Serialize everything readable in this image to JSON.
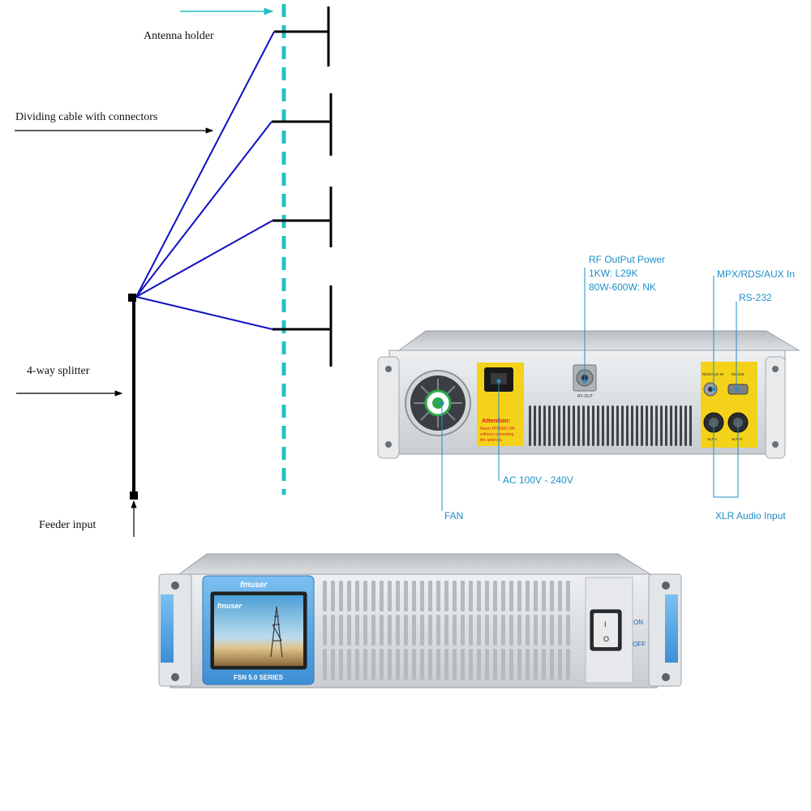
{
  "antenna_diagram": {
    "labels": {
      "antenna_holder": "Antenna holder",
      "dividing_cable": "Dividing cable with connectors",
      "splitter": "4-way splitter",
      "feeder_input": "Feeder input"
    },
    "colors": {
      "mast": "#25c0c4",
      "cable": "#1010c0",
      "element": "#000000"
    }
  },
  "rear_panel": {
    "callouts": {
      "rf_output_title": "RF OutPut Power",
      "rf_output_1kw": "1KW: L29K",
      "rf_output_range": "80W-600W: NK",
      "mpx_in": "MPX/RDS/AUX In",
      "rs232": "RS-232",
      "fan": "FAN",
      "ac_power": "AC 100V - 240V",
      "xlr_audio": "XLR Audio Input"
    },
    "warning": {
      "title": "Attention:",
      "text_1": "Never POWER ON",
      "text_2": "without connecting",
      "text_3": "the antenna."
    },
    "panel_text": {
      "rf_out": "RF-OUT",
      "mpx_label": "RDS/AUX-IN",
      "rs232_label": "RS-232",
      "xlr_left": "XLR-L",
      "xlr_right": "XLR-R"
    },
    "colors": {
      "callout": "#1e8fc8",
      "sticker": "#f4d21a",
      "chassis": "#d9dcdf"
    }
  },
  "front_panel": {
    "brand": "fmuser",
    "screen_brand": "fmuser",
    "series": "FSN 5.0 SERIES",
    "switch_on": "ON",
    "switch_off": "OFF",
    "switch_marks": {
      "on": "I",
      "off": "O"
    },
    "colors": {
      "accent": "#4a9ee0",
      "chassis": "#e4e6e8"
    }
  }
}
